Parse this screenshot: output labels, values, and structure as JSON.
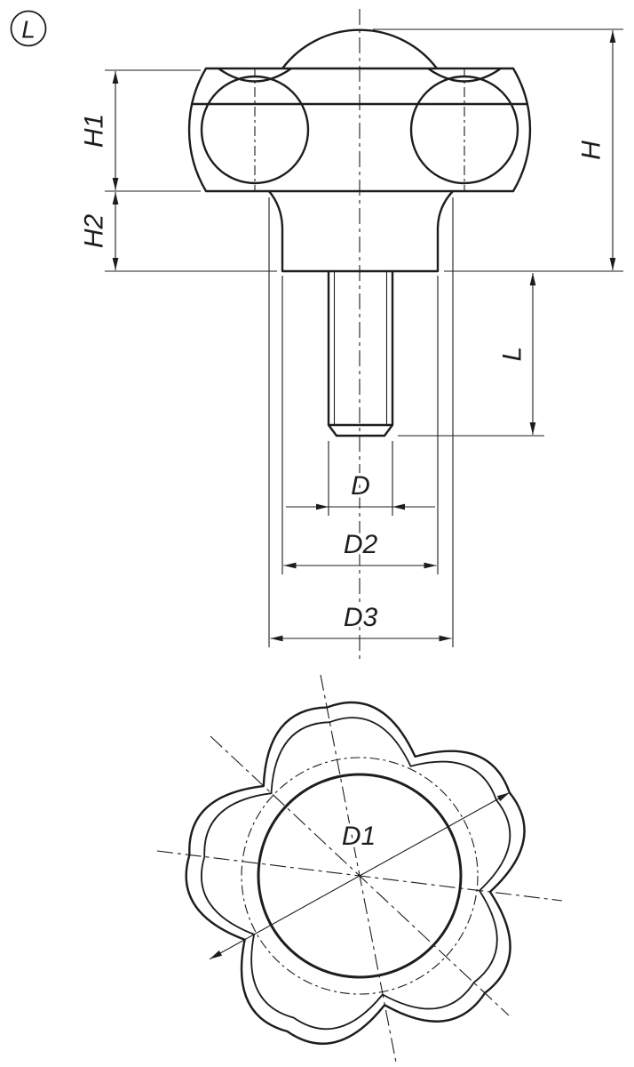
{
  "view_badge": {
    "label": "L"
  },
  "side_view": {
    "dim_labels": {
      "h1": "H1",
      "h2": "H2",
      "h": "H",
      "l": "L",
      "d": "D",
      "d2": "D2",
      "d3": "D3"
    }
  },
  "bottom_view": {
    "dim_labels": {
      "d1": "D1"
    }
  },
  "colors": {
    "line": "#1d1d1b",
    "background": "#ffffff"
  }
}
